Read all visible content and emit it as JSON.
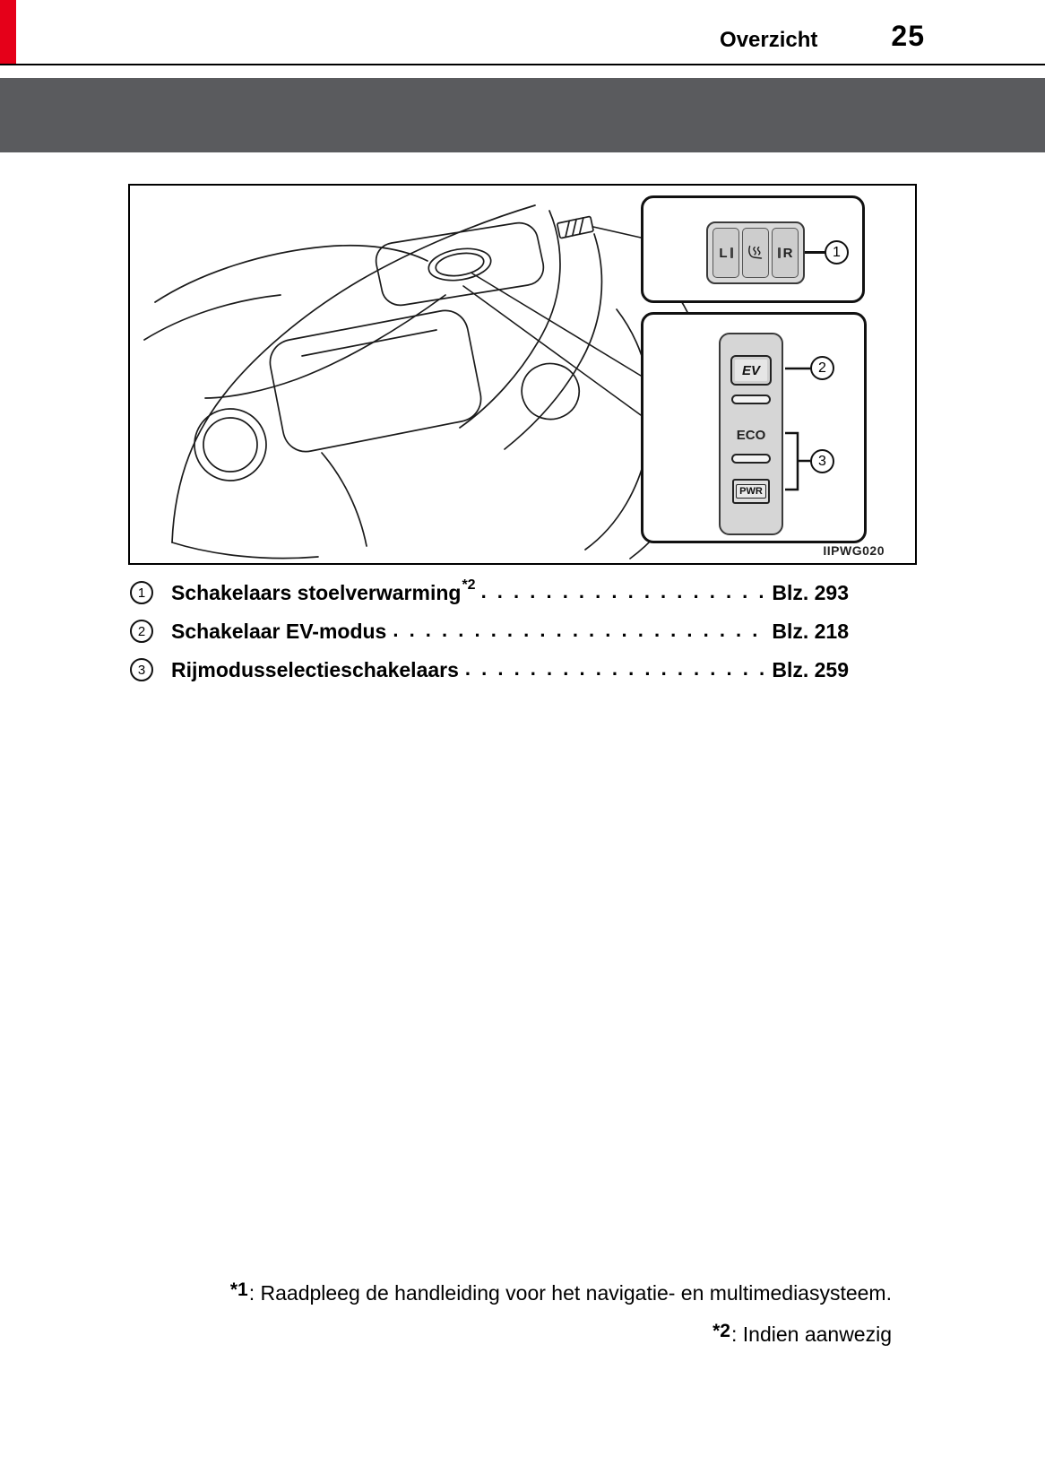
{
  "header": {
    "section": "Overzicht",
    "page_number": "25"
  },
  "figure": {
    "code": "IIPWG020",
    "seat_heater": {
      "callout": "1",
      "left_label": "L",
      "right_label": "R"
    },
    "ev_switch": {
      "callout": "2",
      "label": "EV"
    },
    "drive_mode": {
      "callout": "3",
      "eco_label": "ECO",
      "pwr_label": "PWR"
    }
  },
  "legend": {
    "leader": ". . . . . . . . . . . . . . . . . . . . . . . . . . . . . . . . . . . . . . . . . . . . . . . . . . . . . . . . . . . .",
    "items": [
      {
        "num": "1",
        "label": "Schakelaars stoelverwarming",
        "sup": "*2",
        "ref": "Blz. 293"
      },
      {
        "num": "2",
        "label": "Schakelaar EV-modus",
        "sup": "",
        "ref": "Blz. 218"
      },
      {
        "num": "3",
        "label": "Rijmodusselectieschakelaars",
        "sup": "",
        "ref": "Blz. 259"
      }
    ]
  },
  "footnotes": [
    {
      "marker": "*1",
      "text": ": Raadpleeg de handleiding voor het navigatie- en multimediasysteem."
    },
    {
      "marker": "*2",
      "text": ": Indien aanwezig"
    }
  ]
}
